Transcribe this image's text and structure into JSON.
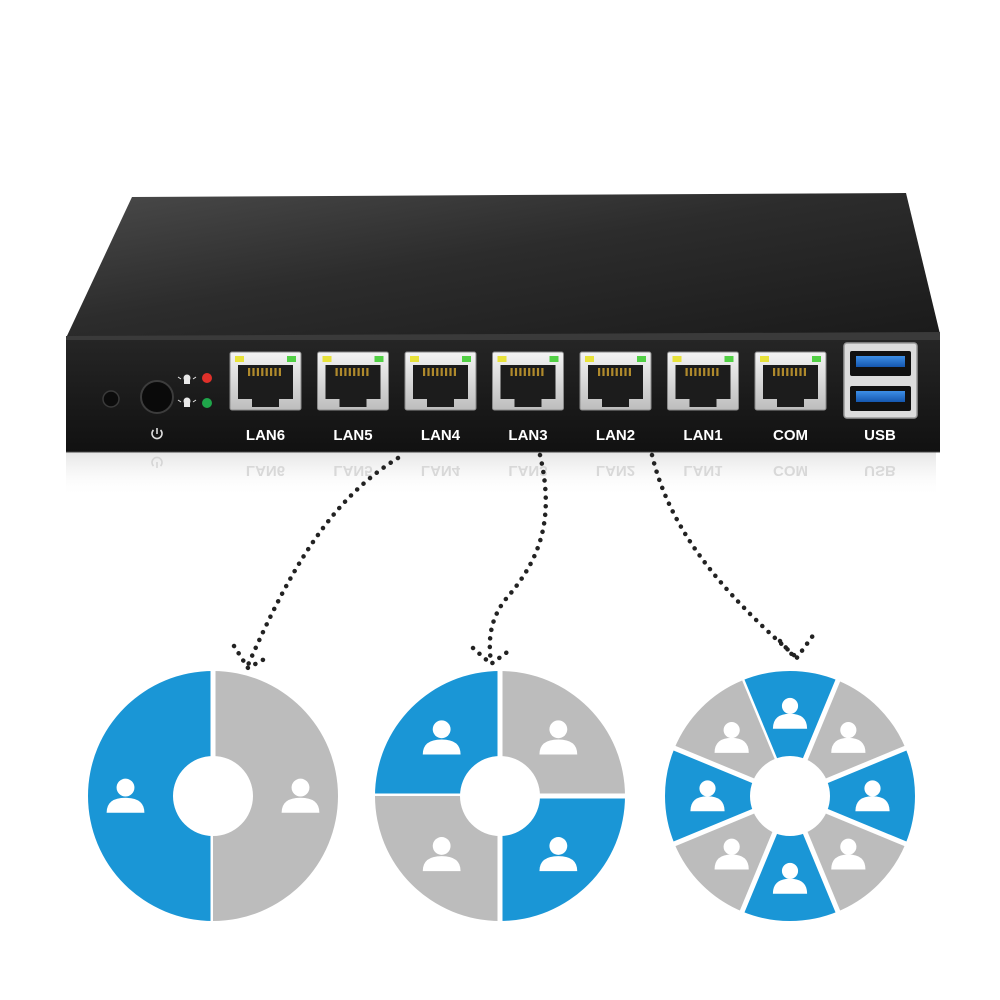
{
  "device": {
    "ports": [
      {
        "id": "lan6",
        "label": "LAN6"
      },
      {
        "id": "lan5",
        "label": "LAN5"
      },
      {
        "id": "lan4",
        "label": "LAN4"
      },
      {
        "id": "lan3",
        "label": "LAN3"
      },
      {
        "id": "lan2",
        "label": "LAN2"
      },
      {
        "id": "lan1",
        "label": "LAN1"
      },
      {
        "id": "com",
        "label": "COM"
      }
    ],
    "usb_label": "USB",
    "led_colors": [
      "#e0302a",
      "#1fa64a"
    ],
    "icons": [
      "power-button-icon",
      "power-symbol-icon",
      "rj45-port-icon",
      "usb-port-icon",
      "led-indicator-icon"
    ]
  },
  "diagram": {
    "colors": {
      "blue": "#1a96d6",
      "gray": "#bcbcbc",
      "dots": "#222222"
    },
    "icons": [
      "dotted-arrow-icon",
      "user-icon"
    ],
    "wheels": [
      {
        "id": "wheel-2",
        "segments": 2,
        "pattern": [
          "blue",
          "gray"
        ]
      },
      {
        "id": "wheel-4",
        "segments": 4,
        "pattern": [
          "blue",
          "gray",
          "blue",
          "gray"
        ]
      },
      {
        "id": "wheel-8",
        "segments": 8,
        "pattern": [
          "blue",
          "gray",
          "blue",
          "gray",
          "blue",
          "gray",
          "blue",
          "gray"
        ]
      }
    ]
  }
}
